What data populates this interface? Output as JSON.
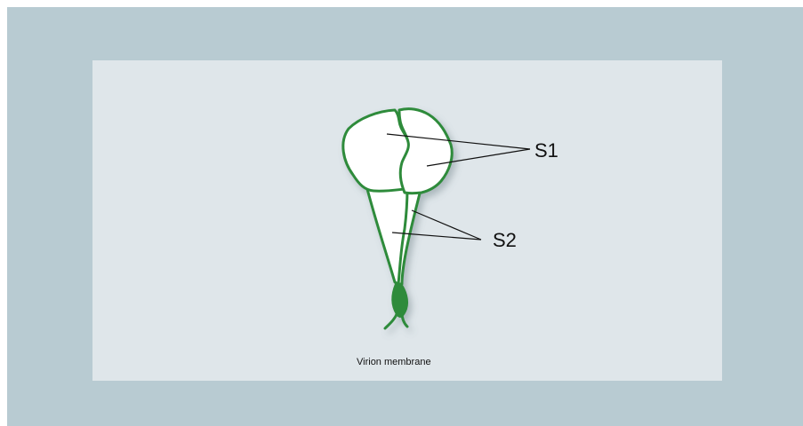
{
  "diagram": {
    "labels": {
      "s1": "S1",
      "s2": "S2",
      "membrane": "Virion membrane"
    },
    "colors": {
      "outer_background": "#b8cbd2",
      "panel_background": "#dfe6ea",
      "protein_outline": "#2e8b3a",
      "protein_fill": "#ffffff",
      "leader_lines": "#111111"
    }
  }
}
